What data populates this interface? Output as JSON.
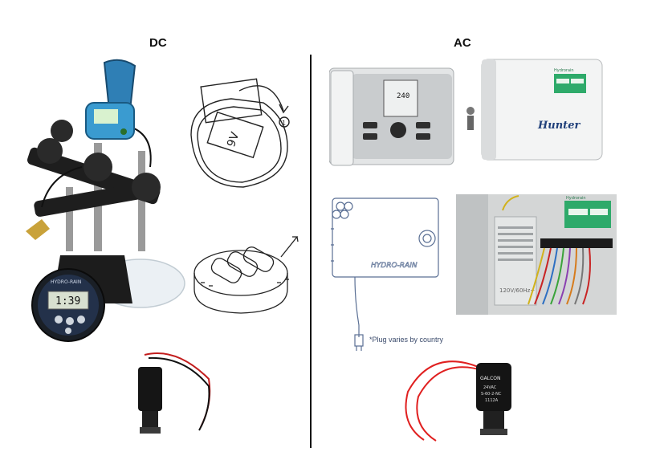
{
  "headers": {
    "dc": "DC",
    "ac": "AC"
  },
  "dc_controller_screen": "1:39",
  "dc_brand_label": "HYDRO-RAIN",
  "battery_label": "9V",
  "battery_step": "1",
  "ac_controller_screen": "240",
  "ac_brand_label": "HYDRO-RAIN",
  "hunter_logo": "Hunter",
  "hydrorain_logo": "Hydrorain",
  "terminal_voltage": "120V/60Hz~",
  "plug_note": "*Plug varies by country",
  "solenoid_ac": {
    "brand": "GALCON",
    "line1": "24VAC",
    "line2": "S-60-2-NC",
    "line3": "1112A"
  }
}
